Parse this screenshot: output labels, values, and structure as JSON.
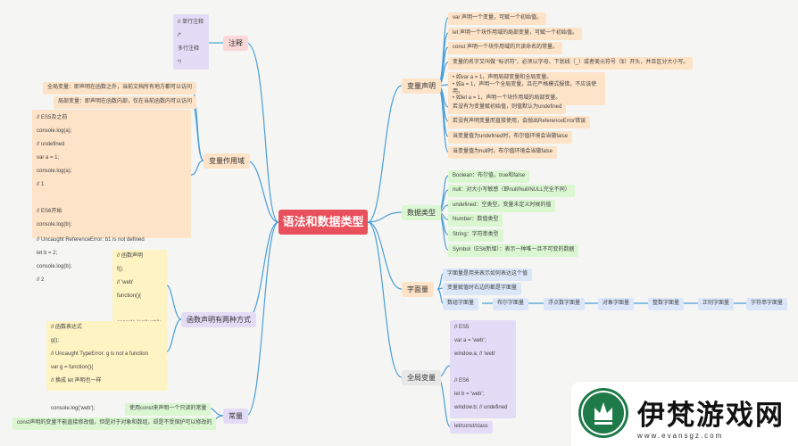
{
  "center": "语法和数据类型",
  "branches": {
    "comment": "注释",
    "var_decl": "变量声明",
    "scope": "变量作用域",
    "datatypes": "数据类型",
    "func_decl": "函数声明有两种方式",
    "literals": "字面量",
    "constants": "常量",
    "globals": "全局变量"
  },
  "comment": {
    "lines": [
      "// 单行注释",
      "/*",
      "多行注释",
      "*/"
    ]
  },
  "var_decl": {
    "items": [
      "var 声明一个变量，可赋一个初始值。",
      "let 声明一个块作用域的局部变量，可赋一个初始值。",
      "const 声明一个块作用域的只读命名的常量。",
      "变量的名字又叫做 “标识符”，必须以字母、下划线（_）或者美元符号（$）开头，并且区分大小写。",
      "• 如var a = 1，声明局部变量和全局变量。\n• 如a = 1，声明一个全局变量，且在严格模式报错，不应该使用。\n• 如let a = 1，声明一个块作用域的局部变量。",
      "若没有为变量赋初始值，则值默认为undefined",
      "若没有声明变量而直接使用，会抛出ReferenceError错误",
      "当变量值为undefined时，布尔值环境会当做false",
      "当变量值为null时，布尔值环境会当做false"
    ]
  },
  "datatypes": {
    "items": [
      "Boolean：布尔值，true和false",
      "null：对大小写敏感（即null/Null/NULL完全不同）",
      "undefined：空类型，变量未定义时候的值",
      "Number：数值类型",
      "String：字符串类型",
      "Symbol（ES6新增）：表示一种唯一且不可变的数据"
    ]
  },
  "literals": {
    "items": [
      "字面量是用来表示如何表达这个值",
      "变量赋值时右边的都是字面量"
    ],
    "types": [
      "数组字面量",
      "布尔字面量",
      "浮点数字面量",
      "对象字面量",
      "整数字面量",
      "正则字面量",
      "字符串字面量"
    ]
  },
  "globals": {
    "code": [
      "// ES5",
      "var a = 'web';",
      "window.a; // 'web'",
      "",
      "// ES6",
      "let b = 'web';",
      "window.b; // undefined"
    ],
    "extra": "let/const/class"
  },
  "scope": {
    "items": [
      "全局变量：即声明在函数之外，当前文档所有地方都可以访问",
      "局部变量：即声明在函数内部，仅在当前函数内可以访问"
    ],
    "code": [
      "// ES5及之前",
      "console.log(a);",
      "// undefined",
      "var a = 1;",
      "console.log(a);",
      "// 1",
      "",
      "// ES6开始",
      "console.log(b);",
      "// Uncaught ReferenceError: b1 is not defined",
      "let b = 2;",
      "console.log(b);",
      "// 2"
    ]
  },
  "func_decl": {
    "code1": [
      "// 函数声明",
      "f();",
      "// 'web'",
      "function(){",
      "",
      "console.log('web');"
    ],
    "code2": [
      "// 函数表达式",
      "g();",
      "// Uncaught TypeError: g is not a function",
      "var g = function(){",
      "// 换成 let 声明也一样",
      "",
      "console.log('web');",
      "}"
    ]
  },
  "constants": {
    "items": [
      "使用const来声明一个只读的常量",
      "const声明的变量不能直接修改值，但是对于对象和数组，却是不受保护可以修改的"
    ]
  },
  "logo": {
    "text": "伊梵游戏网",
    "url": "www.evansgz.com"
  },
  "colors": {
    "link": "#4a9ed6",
    "center": "#e8505b",
    "logo_green": "#1f7a4a"
  }
}
